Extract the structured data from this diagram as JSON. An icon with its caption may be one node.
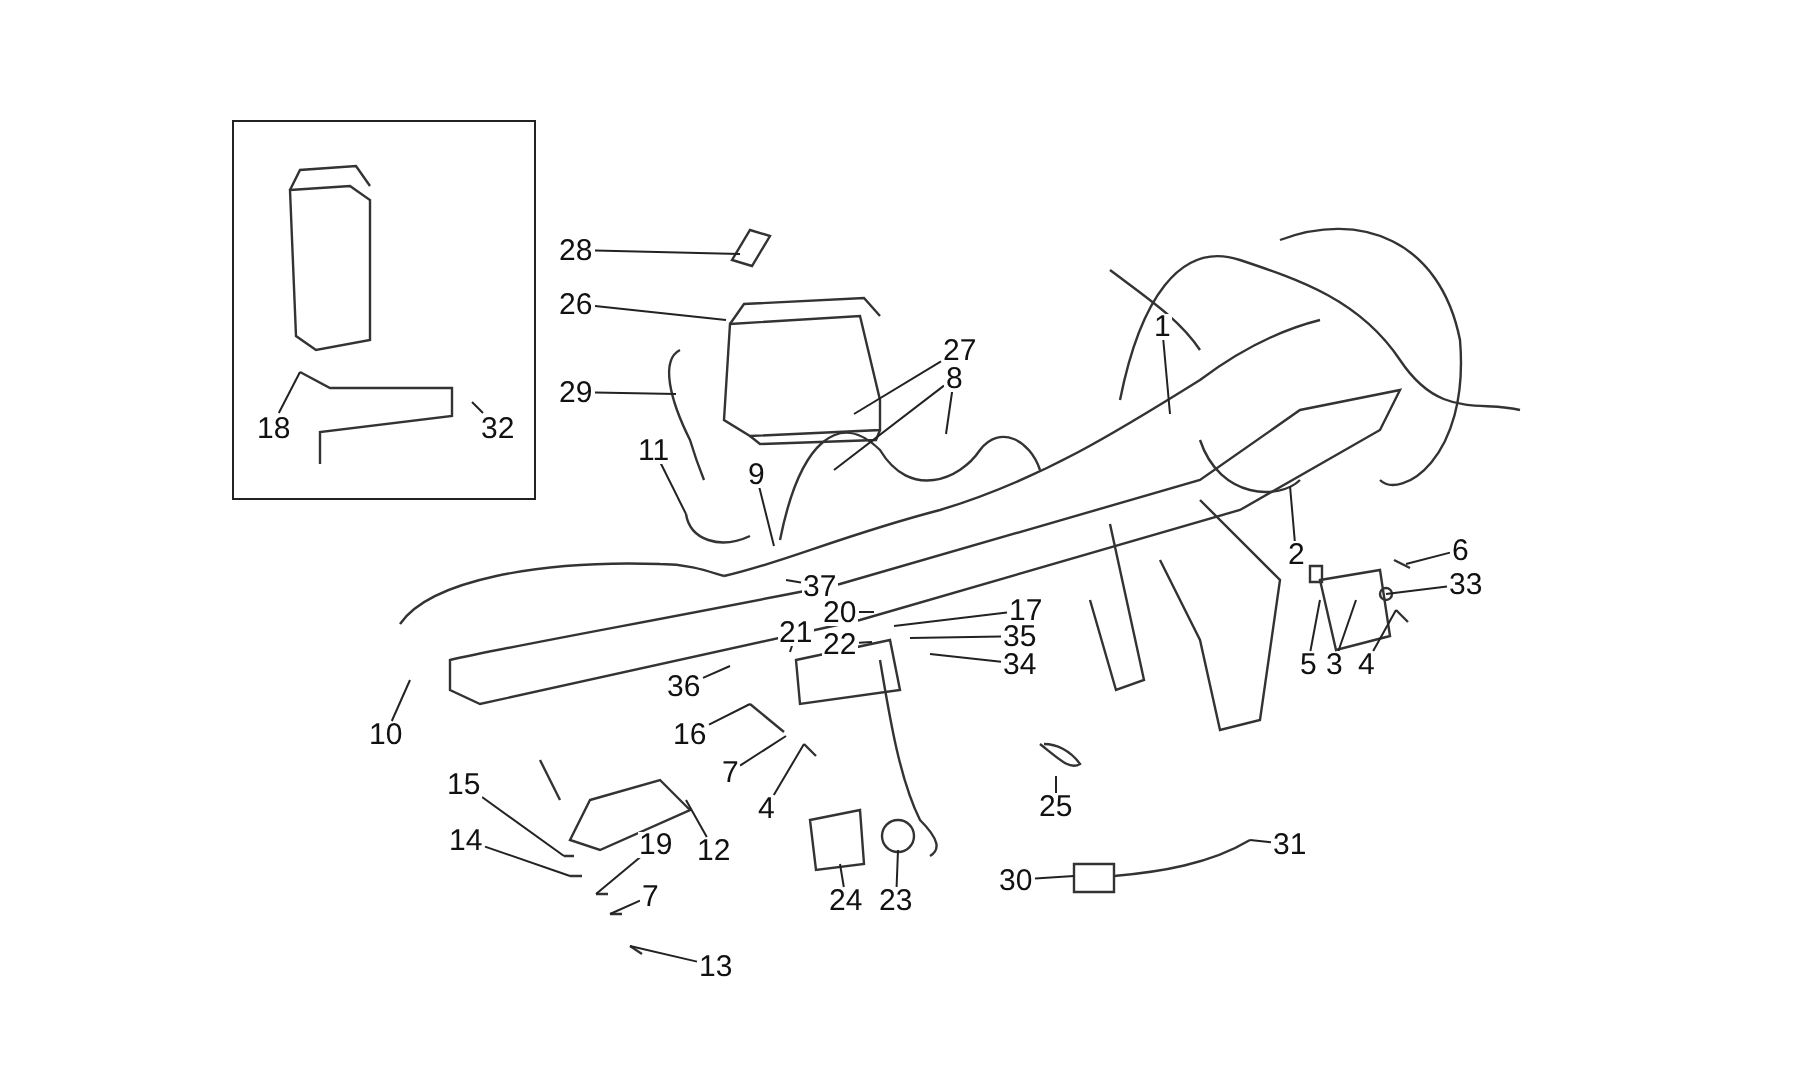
{
  "diagram": {
    "nodes": [
      {
        "text": [],
        "shape": "box"
      },
      {
        "text": [
          "18"
        ],
        "in": 0
      },
      {
        "text": [
          "32"
        ],
        "in": 0
      },
      {
        "text": [
          "28"
        ]
      },
      {
        "text": [
          "26"
        ]
      },
      {
        "text": [
          "29"
        ]
      },
      {
        "text": [
          "27"
        ]
      },
      {
        "text": [
          "8"
        ]
      },
      {
        "text": [
          "1"
        ]
      },
      {
        "text": [
          "11"
        ]
      },
      {
        "text": [
          "9"
        ]
      },
      {
        "text": [
          "37"
        ]
      },
      {
        "text": [
          "20"
        ]
      },
      {
        "text": [
          "17"
        ]
      },
      {
        "text": [
          "35"
        ]
      },
      {
        "text": [
          "22"
        ]
      },
      {
        "text": [
          "34"
        ]
      },
      {
        "text": [
          "21"
        ]
      },
      {
        "text": [
          "36"
        ]
      },
      {
        "text": [
          "16"
        ]
      },
      {
        "text": [
          "7"
        ]
      },
      {
        "text": [
          "4"
        ]
      },
      {
        "text": [
          "10"
        ]
      },
      {
        "text": [
          "2"
        ]
      },
      {
        "text": [
          "6"
        ]
      },
      {
        "text": [
          "33"
        ]
      },
      {
        "text": [
          "5"
        ]
      },
      {
        "text": [
          "3"
        ]
      },
      {
        "text": [
          "4"
        ]
      },
      {
        "text": [
          "12"
        ]
      },
      {
        "text": [
          "15"
        ]
      },
      {
        "text": [
          "14"
        ]
      },
      {
        "text": [
          "19"
        ]
      },
      {
        "text": [
          "7"
        ]
      },
      {
        "text": [
          "13"
        ]
      },
      {
        "text": [
          "24"
        ]
      },
      {
        "text": [
          "23"
        ]
      },
      {
        "text": [
          "25"
        ]
      },
      {
        "text": [
          "30"
        ]
      },
      {
        "text": [
          "31"
        ]
      }
    ],
    "edges": [
      {
        "from": 1,
        "to": null,
        "arrow": "none"
      },
      {
        "from": 2,
        "to": null,
        "arrow": "none"
      },
      {
        "from": 3,
        "to": null,
        "arrow": "none"
      },
      {
        "from": 4,
        "to": null,
        "arrow": "none"
      },
      {
        "from": 5,
        "to": null,
        "arrow": "none"
      },
      {
        "from": 6,
        "to": null,
        "arrow": "none"
      },
      {
        "from": 7,
        "to": null,
        "arrow": "none"
      },
      {
        "from": 7,
        "to": null,
        "arrow": "none"
      },
      {
        "from": 8,
        "to": null,
        "arrow": "none"
      },
      {
        "from": 9,
        "to": null,
        "arrow": "none"
      },
      {
        "from": 10,
        "to": null,
        "arrow": "none"
      },
      {
        "from": 11,
        "to": null,
        "arrow": "none"
      },
      {
        "from": 12,
        "to": null,
        "arrow": "none"
      },
      {
        "from": 13,
        "to": null,
        "arrow": "none"
      },
      {
        "from": 14,
        "to": null,
        "arrow": "none"
      },
      {
        "from": 15,
        "to": null,
        "arrow": "none"
      },
      {
        "from": 16,
        "to": null,
        "arrow": "none"
      },
      {
        "from": 17,
        "to": null,
        "arrow": "none"
      },
      {
        "from": 18,
        "to": null,
        "arrow": "none"
      },
      {
        "from": 19,
        "to": null,
        "arrow": "none"
      },
      {
        "from": 20,
        "to": null,
        "arrow": "none"
      },
      {
        "from": 21,
        "to": null,
        "arrow": "none"
      },
      {
        "from": 22,
        "to": null,
        "arrow": "none"
      },
      {
        "from": 23,
        "to": null,
        "arrow": "none"
      },
      {
        "from": 24,
        "to": null,
        "arrow": "none"
      },
      {
        "from": 25,
        "to": null,
        "arrow": "none"
      },
      {
        "from": 26,
        "to": null,
        "arrow": "none"
      },
      {
        "from": 27,
        "to": null,
        "arrow": "none"
      },
      {
        "from": 28,
        "to": null,
        "arrow": "none"
      },
      {
        "from": 29,
        "to": null,
        "arrow": "none"
      },
      {
        "from": 30,
        "to": null,
        "arrow": "none"
      },
      {
        "from": 31,
        "to": null,
        "arrow": "none"
      },
      {
        "from": 32,
        "to": null,
        "arrow": "none"
      },
      {
        "from": 33,
        "to": null,
        "arrow": "none"
      },
      {
        "from": 34,
        "to": null,
        "arrow": "none"
      },
      {
        "from": 35,
        "to": null,
        "arrow": "none"
      },
      {
        "from": 36,
        "to": null,
        "arrow": "none"
      },
      {
        "from": 37,
        "to": null,
        "arrow": "none"
      },
      {
        "from": 38,
        "to": null,
        "arrow": "none"
      },
      {
        "from": 39,
        "to": null,
        "arrow": "none"
      }
    ]
  }
}
